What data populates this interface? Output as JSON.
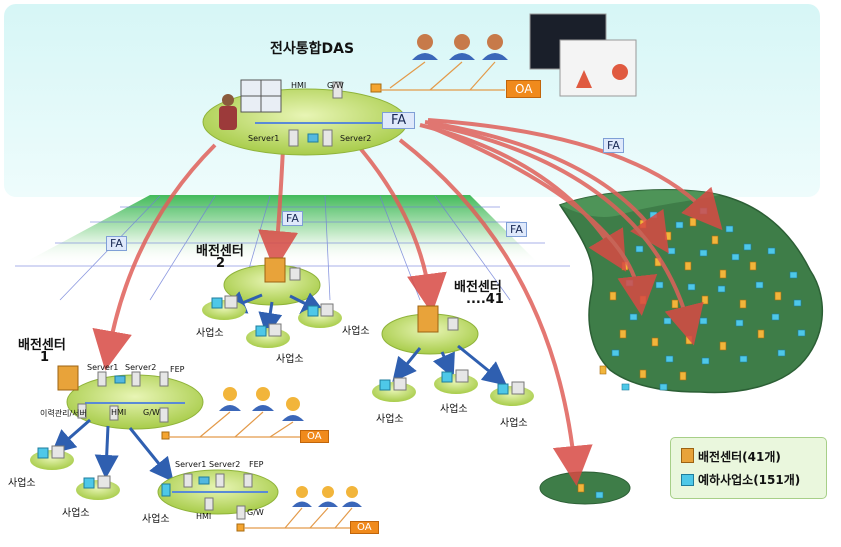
{
  "title": "전사통합DAS",
  "top_labels": {
    "hmi": "HMI",
    "gw": "G/W",
    "server1": "Server1",
    "server2": "Server2",
    "fa": "FA",
    "oa": "OA"
  },
  "fa_tags": [
    "FA",
    "FA",
    "FA",
    "FA"
  ],
  "center1": {
    "name_line1": "배전센터",
    "name_line2": "1",
    "server1": "Server1",
    "server2": "Server2",
    "fep": "FEP",
    "history": "이력관리/서버",
    "hmi": "HMI",
    "gw": "G/W",
    "oa": "OA",
    "offices": [
      "사업소",
      "사업소",
      "사업소"
    ]
  },
  "center2": {
    "name_line1": "배전센터",
    "name_line2": "2",
    "offices": [
      "사업소",
      "사업소",
      "사업소"
    ]
  },
  "center41": {
    "name_line1": "배전센터",
    "name_line2": "....41",
    "offices": [
      "사업소",
      "사업소",
      "사업소"
    ]
  },
  "sub_node": {
    "server1": "Server1",
    "server2": "Server2",
    "fep": "FEP",
    "hmi": "HMI",
    "gw": "G/W",
    "oa": "OA"
  },
  "legend": {
    "item1": "배전센터(41개)",
    "item2": "예하사업소(151개)"
  },
  "colors": {
    "sky": "#e2f8f8",
    "ellipse": "#c6e27a",
    "arrow_red": "#e0605a",
    "arrow_blue": "#3a6fc4",
    "map": "#3e7d48",
    "oa": "#f08a1c",
    "legend_bg": "#eaf7dd"
  }
}
